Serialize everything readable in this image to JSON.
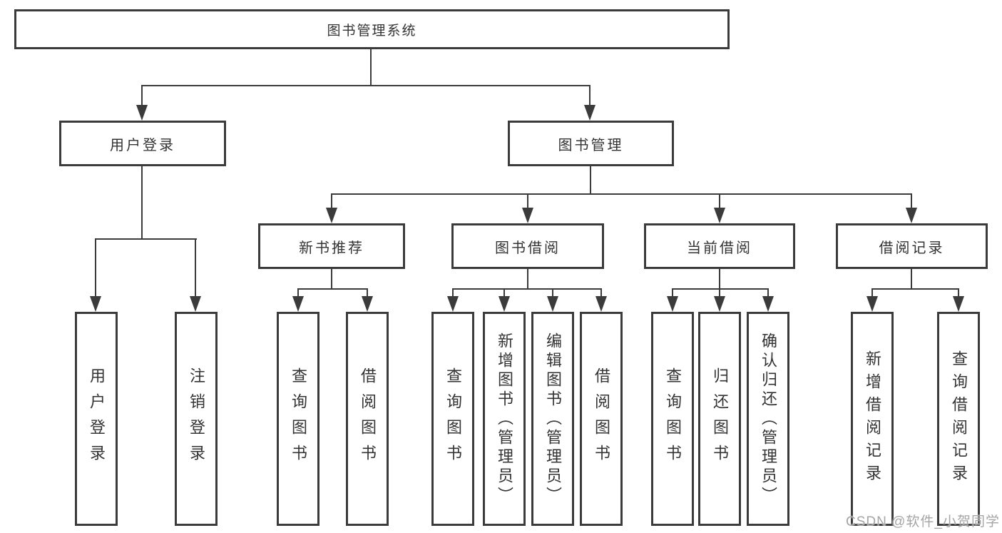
{
  "diagram": {
    "root": {
      "label": "图书管理系统"
    },
    "level2": [
      {
        "label": "用户登录"
      },
      {
        "label": "图书管理"
      }
    ],
    "level3": [
      {
        "label": "新书推荐",
        "parent": "图书管理"
      },
      {
        "label": "图书借阅",
        "parent": "图书管理"
      },
      {
        "label": "当前借阅",
        "parent": "图书管理"
      },
      {
        "label": "借阅记录",
        "parent": "图书管理"
      }
    ],
    "leaves": [
      {
        "label": "用户登录",
        "parent": "用户登录"
      },
      {
        "label": "注销登录",
        "parent": "用户登录"
      },
      {
        "label": "查询图书",
        "parent": "新书推荐"
      },
      {
        "label": "借阅图书",
        "parent": "新书推荐"
      },
      {
        "label": "查询图书",
        "parent": "图书借阅"
      },
      {
        "label": "新增图书（管理员）",
        "parent": "图书借阅"
      },
      {
        "label": "编辑图书（管理员）",
        "parent": "图书借阅"
      },
      {
        "label": "借阅图书",
        "parent": "图书借阅"
      },
      {
        "label": "查询图书",
        "parent": "当前借阅"
      },
      {
        "label": "归还图书",
        "parent": "当前借阅"
      },
      {
        "label": "确认归还（管理员）",
        "parent": "当前借阅"
      },
      {
        "label": "新增借阅记录",
        "parent": "借阅记录"
      },
      {
        "label": "查询借阅记录",
        "parent": "借阅记录"
      }
    ]
  },
  "watermark": {
    "text": "CSDN @软件_小贺同学"
  },
  "colors": {
    "line": "#3b3b3b",
    "text": "#333333",
    "watermark": "#a5a5a5",
    "background": "#ffffff"
  }
}
